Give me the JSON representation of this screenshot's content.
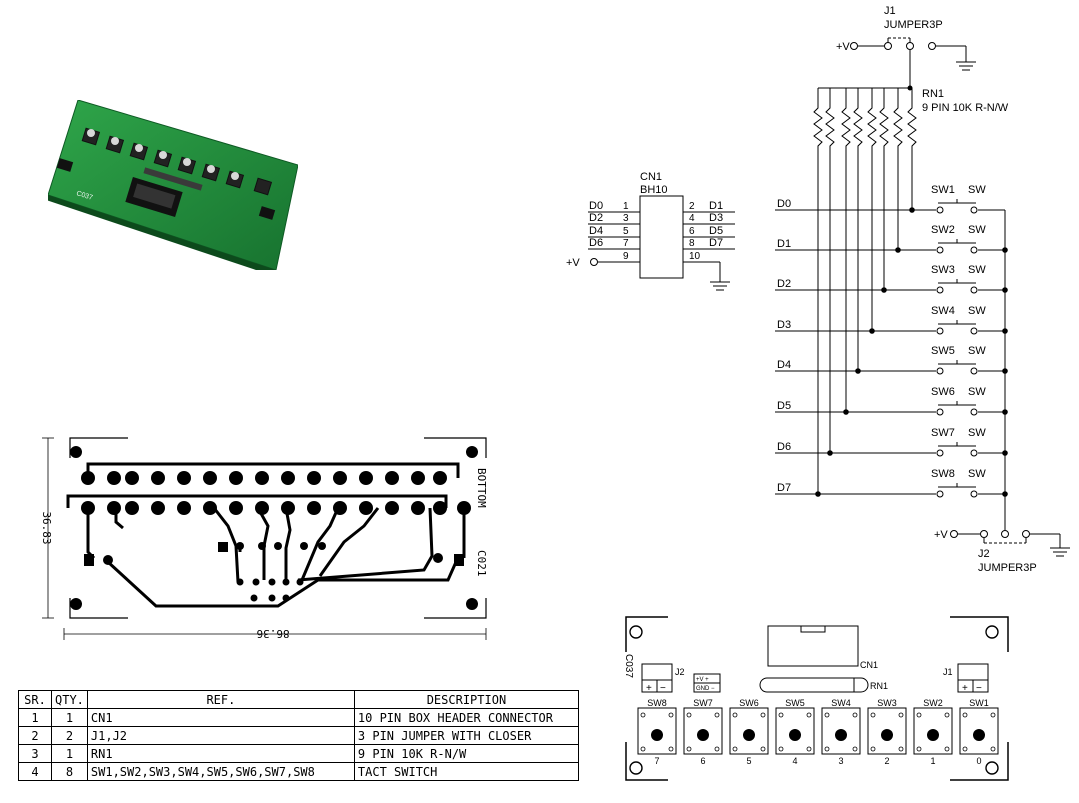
{
  "schematic": {
    "j1_ref": "J1",
    "j1_name": "JUMPER3P",
    "rn1_ref": "RN1",
    "rn1_desc": "9 PIN 10K R-N/W",
    "plus_v": "+V",
    "cn1_ref": "CN1",
    "cn1_name": "BH10",
    "cn1_left_signals": [
      "D0",
      "D2",
      "D4",
      "D6"
    ],
    "cn1_left_pins": [
      "1",
      "3",
      "5",
      "7",
      "9"
    ],
    "cn1_right_signals": [
      "D1",
      "D3",
      "D5",
      "D7"
    ],
    "cn1_right_pins": [
      "2",
      "4",
      "6",
      "8",
      "10"
    ],
    "switch_rows": [
      {
        "net": "D0",
        "sw": "SW1",
        "pin": "SW"
      },
      {
        "net": "D1",
        "sw": "SW2",
        "pin": "SW"
      },
      {
        "net": "D2",
        "sw": "SW3",
        "pin": "SW"
      },
      {
        "net": "D3",
        "sw": "SW4",
        "pin": "SW"
      },
      {
        "net": "D4",
        "sw": "SW5",
        "pin": "SW"
      },
      {
        "net": "D5",
        "sw": "SW6",
        "pin": "SW"
      },
      {
        "net": "D6",
        "sw": "SW7",
        "pin": "SW"
      },
      {
        "net": "D7",
        "sw": "SW8",
        "pin": "SW"
      }
    ],
    "j2_ref": "J2",
    "j2_name": "JUMPER3P"
  },
  "pcb_bottom": {
    "height_dim": "36.83",
    "width_dim": "86.36",
    "side_label": "BOTTOM",
    "code_label": "C021"
  },
  "pcb_top": {
    "code_label": "C037",
    "cn1_label": "CN1",
    "rn1_label": "RN1",
    "j1_label": "J1",
    "j2_label": "J2",
    "j_pins": [
      "+",
      "−"
    ],
    "power_label_top": "+V  +",
    "power_label_bottom": "GND  −",
    "switches": [
      {
        "ref": "SW8",
        "num": "7"
      },
      {
        "ref": "SW7",
        "num": "6"
      },
      {
        "ref": "SW6",
        "num": "5"
      },
      {
        "ref": "SW5",
        "num": "4"
      },
      {
        "ref": "SW4",
        "num": "3"
      },
      {
        "ref": "SW3",
        "num": "2"
      },
      {
        "ref": "SW2",
        "num": "1"
      },
      {
        "ref": "SW1",
        "num": "0"
      }
    ]
  },
  "bom": {
    "headers": [
      "SR.",
      "QTY.",
      "REF.",
      "DESCRIPTION"
    ],
    "rows": [
      [
        "1",
        "1",
        "CN1",
        "10 PIN BOX HEADER CONNECTOR"
      ],
      [
        "2",
        "2",
        "J1,J2",
        "3 PIN JUMPER WITH CLOSER"
      ],
      [
        "3",
        "1",
        "RN1",
        "9 PIN 10K R-N/W"
      ],
      [
        "4",
        "8",
        "SW1,SW2,SW3,SW4,SW5,SW6,SW7,SW8",
        "TACT SWITCH"
      ]
    ]
  },
  "photo": {
    "board_label": "C037",
    "board_color": "#1f8a3a"
  }
}
